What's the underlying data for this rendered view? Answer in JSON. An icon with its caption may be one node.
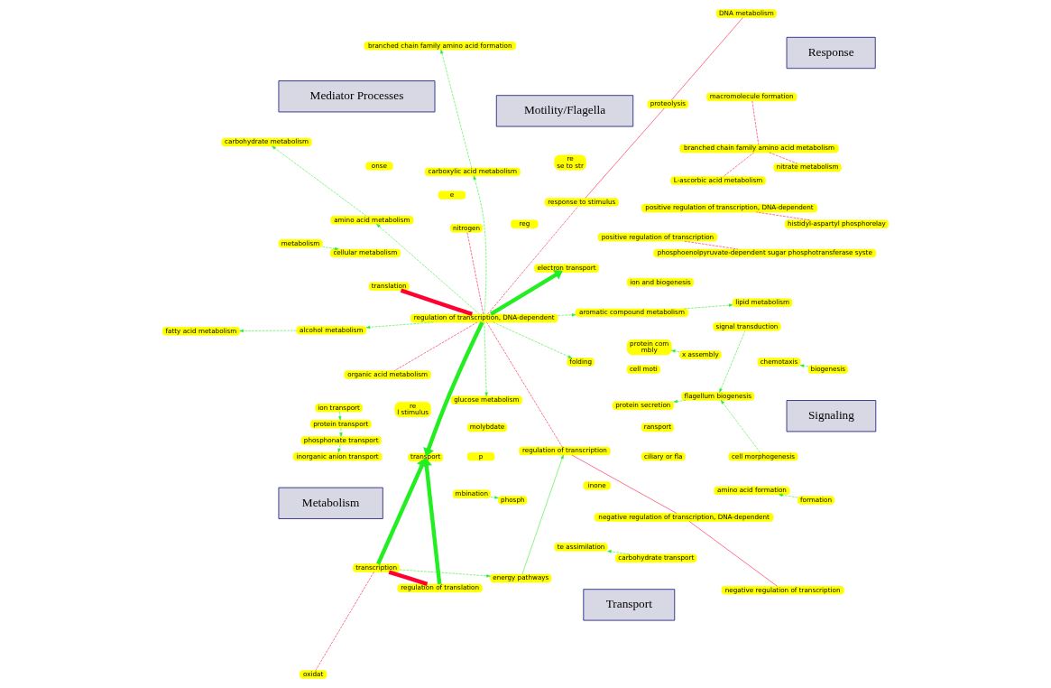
{
  "diagram": {
    "nodes": [
      {
        "text": [
          "Motility/Flagella"
        ]
      },
      {
        "text": [
          "Transport"
        ]
      },
      {
        "text": [
          "Signaling"
        ]
      },
      {
        "text": [
          "Mediator Processes"
        ]
      },
      {
        "text": [
          "Metabolism"
        ]
      },
      {
        "text": [
          "Response"
        ]
      },
      {
        "text": [
          "chemotaxis"
        ]
      },
      {
        "text": [
          "positive regulation of transcription, DNA-dependent"
        ]
      },
      {
        "text": [
          "protein com",
          "mbly"
        ]
      },
      {
        "text": [
          "ciliary or fla"
        ]
      },
      {
        "text": [
          "positive regulation of transcription"
        ]
      },
      {
        "text": [
          "ion and biogenesis"
        ]
      },
      {
        "text": [
          "cell moti"
        ]
      },
      {
        "text": [
          "x assembly"
        ]
      },
      {
        "text": [
          "reg"
        ]
      },
      {
        "text": [
          "biogenesis"
        ]
      },
      {
        "text": [
          "protein secretion"
        ]
      },
      {
        "text": [
          "flagellum biogenesis"
        ]
      },
      {
        "text": [
          "cell morphogenesis"
        ]
      },
      {
        "text": [
          "phosphoenolpyruvate-dependent sugar phosphotransferase syste"
        ]
      },
      {
        "text": [
          "p"
        ]
      },
      {
        "text": [
          "molybdate"
        ]
      },
      {
        "text": [
          "inorganic anion transport"
        ]
      },
      {
        "text": [
          "L-ascorbic acid metabolism"
        ]
      },
      {
        "text": [
          "te assimilation"
        ]
      },
      {
        "text": [
          "nitrate metabolism"
        ]
      },
      {
        "text": [
          "phosphonate transport"
        ]
      },
      {
        "text": [
          "protein transport"
        ]
      },
      {
        "text": [
          "branched chain family amino acid metabolism"
        ]
      },
      {
        "text": [
          "histidyl-aspartyl phosphorelay"
        ]
      },
      {
        "text": [
          "signal transduction"
        ]
      },
      {
        "text": [
          "amino acid formation"
        ]
      },
      {
        "text": [
          "carbohydrate transport"
        ]
      },
      {
        "text": [
          "macromolecule formation"
        ]
      },
      {
        "text": [
          "ion transport"
        ]
      },
      {
        "text": [
          "formation"
        ]
      },
      {
        "text": [
          "ransport"
        ]
      },
      {
        "text": [
          "metabolism"
        ]
      },
      {
        "text": [
          "cellular metabolism"
        ]
      },
      {
        "text": [
          "translation"
        ]
      },
      {
        "text": [
          "regulation of translation"
        ]
      },
      {
        "text": [
          "oxidat"
        ]
      },
      {
        "text": [
          "inone"
        ]
      },
      {
        "text": [
          "mbination"
        ]
      },
      {
        "text": [
          "phosph"
        ]
      },
      {
        "text": [
          "electron transport"
        ]
      },
      {
        "text": [
          "transport"
        ]
      },
      {
        "text": [
          "energy pathways"
        ]
      },
      {
        "text": [
          "glucose metabolism"
        ]
      },
      {
        "text": [
          "aromatic compound metabolism"
        ]
      },
      {
        "text": [
          "transcription"
        ]
      },
      {
        "text": [
          "alcohol metabolism"
        ]
      },
      {
        "text": [
          "lipid metabolism"
        ]
      },
      {
        "text": [
          "fatty acid metabolism"
        ]
      },
      {
        "text": [
          "regulation of transcription, DNA-dependent"
        ]
      },
      {
        "text": [
          "folding"
        ]
      },
      {
        "text": [
          "response to stimulus"
        ]
      },
      {
        "text": [
          "regulation of transcription"
        ]
      },
      {
        "text": [
          "proteolysis"
        ]
      },
      {
        "text": [
          "nitrogen"
        ]
      },
      {
        "text": [
          "amino acid metabolism"
        ]
      },
      {
        "text": [
          "re",
          "l stimulus"
        ]
      },
      {
        "text": [
          "DNA metabolism"
        ]
      },
      {
        "text": [
          "carboxylic acid metabolism"
        ]
      },
      {
        "text": [
          "organic acid metabolism"
        ]
      },
      {
        "text": [
          "carbohydrate metabolism"
        ]
      },
      {
        "text": [
          "e"
        ]
      },
      {
        "text": [
          "branched chain family amino acid formation"
        ]
      },
      {
        "text": [
          "re",
          "se to str"
        ]
      },
      {
        "text": [
          "onse"
        ]
      },
      {
        "text": [
          "negative regulation of transcription, DNA-dependent"
        ]
      },
      {
        "text": [
          "negative regulation of transcription"
        ]
      }
    ],
    "edges": [
      {
        "from": 54,
        "to": 46,
        "arrow": "to",
        "style": "thick",
        "color": "#22ee22"
      },
      {
        "from": 50,
        "to": 46,
        "arrow": "to",
        "style": "thick",
        "color": "#22ee22"
      },
      {
        "from": 50,
        "to": 47,
        "arrow": "to",
        "style": "dashed",
        "color": "#22ee22"
      },
      {
        "from": 54,
        "to": 45,
        "arrow": "to",
        "style": "thick",
        "color": "#22ee22"
      },
      {
        "from": 40,
        "to": 46,
        "arrow": "to",
        "style": "thick",
        "color": "#22ee22"
      },
      {
        "from": 39,
        "to": 54,
        "arrow": "none",
        "style": "thick",
        "color": "#ff0033"
      },
      {
        "from": 40,
        "to": 50,
        "arrow": "none",
        "style": "thick",
        "color": "#ff0033"
      },
      {
        "from": 47,
        "to": 57,
        "arrow": "to",
        "color": "#22ee22"
      },
      {
        "from": 54,
        "to": 57,
        "arrow": "none",
        "style": "dashed",
        "color": "#ff0033"
      },
      {
        "from": 18,
        "to": 17,
        "arrow": "to",
        "style": "dashed",
        "color": "#22ee22"
      },
      {
        "from": 30,
        "to": 17,
        "arrow": "to",
        "style": "dashed",
        "color": "#22ee22"
      },
      {
        "from": 17,
        "to": 16,
        "arrow": "to",
        "style": "dashed",
        "color": "#22ee22"
      },
      {
        "from": 15,
        "to": 6,
        "arrow": "to",
        "style": "dashed",
        "color": "#22ee22"
      },
      {
        "from": 13,
        "to": 8,
        "arrow": "to",
        "style": "dashed",
        "color": "#22ee22"
      },
      {
        "from": 10,
        "to": 19,
        "arrow": "none",
        "style": "dashed",
        "color": "#ff0033"
      },
      {
        "from": 29,
        "to": 7,
        "arrow": "none",
        "style": "dashed",
        "color": "#ff0033"
      },
      {
        "from": 54,
        "to": 48,
        "arrow": "to",
        "style": "dashed",
        "color": "#22ee22"
      },
      {
        "from": 54,
        "to": 49,
        "arrow": "to",
        "style": "dashed",
        "color": "#22ee22"
      },
      {
        "from": 54,
        "to": 51,
        "arrow": "to",
        "style": "dashed",
        "color": "#22ee22"
      },
      {
        "from": 51,
        "to": 53,
        "arrow": "to",
        "style": "dashed",
        "color": "#22ee22"
      },
      {
        "from": 49,
        "to": 52,
        "arrow": "to",
        "style": "dashed",
        "color": "#22ee22"
      },
      {
        "from": 54,
        "to": 60,
        "arrow": "to",
        "style": "dashed",
        "color": "#22ee22"
      },
      {
        "from": 54,
        "to": 63,
        "arrow": "to",
        "style": "dashed",
        "color": "#22ee22"
      },
      {
        "from": 63,
        "to": 67,
        "arrow": "to",
        "style": "dashed",
        "color": "#22ee22"
      },
      {
        "from": 60,
        "to": 65,
        "arrow": "to",
        "style": "dashed",
        "color": "#22ee22"
      },
      {
        "from": 54,
        "to": 55,
        "arrow": "to",
        "style": "dashed",
        "color": "#22ee22"
      },
      {
        "from": 43,
        "to": 44,
        "arrow": "to",
        "style": "dashed",
        "color": "#22ee22"
      },
      {
        "from": 35,
        "to": 31,
        "arrow": "to",
        "style": "dashed",
        "color": "#22ee22"
      },
      {
        "from": 33,
        "to": 28,
        "arrow": "none",
        "style": "dashed",
        "color": "#ff0033"
      },
      {
        "from": 32,
        "to": 24,
        "arrow": "to",
        "style": "dashed",
        "color": "#22ee22"
      },
      {
        "from": 28,
        "to": 23,
        "arrow": "none",
        "style": "dashed",
        "color": "#ff0033"
      },
      {
        "from": 28,
        "to": 25,
        "arrow": "none",
        "style": "dashed",
        "color": "#ff0033"
      },
      {
        "from": 34,
        "to": 27,
        "arrow": "to",
        "style": "dashed",
        "color": "#22ee22"
      },
      {
        "from": 27,
        "to": 26,
        "arrow": "to",
        "style": "dashed",
        "color": "#22ee22"
      },
      {
        "from": 26,
        "to": 22,
        "arrow": "to",
        "style": "dashed",
        "color": "#22ee22"
      },
      {
        "from": 54,
        "to": 56,
        "arrow": "none",
        "style": "dashed",
        "color": "#ff0033"
      },
      {
        "from": 56,
        "to": 58,
        "arrow": "none",
        "color": "#ff0033"
      },
      {
        "from": 58,
        "to": 62,
        "arrow": "none",
        "color": "#ff0033"
      },
      {
        "from": 57,
        "to": 70,
        "arrow": "none",
        "color": "#ff0033"
      },
      {
        "from": 70,
        "to": 71,
        "arrow": "none",
        "color": "#ff0033"
      },
      {
        "from": 37,
        "to": 38,
        "arrow": "to",
        "style": "dashed",
        "color": "#22ee22"
      },
      {
        "from": 50,
        "to": 41,
        "arrow": "none",
        "style": "dashed",
        "color": "#ff0033"
      },
      {
        "from": 54,
        "to": 59,
        "arrow": "none",
        "style": "dashed",
        "color": "#ff0033"
      },
      {
        "from": 54,
        "to": 64,
        "arrow": "none",
        "style": "dashed",
        "color": "#ff0033"
      }
    ]
  }
}
